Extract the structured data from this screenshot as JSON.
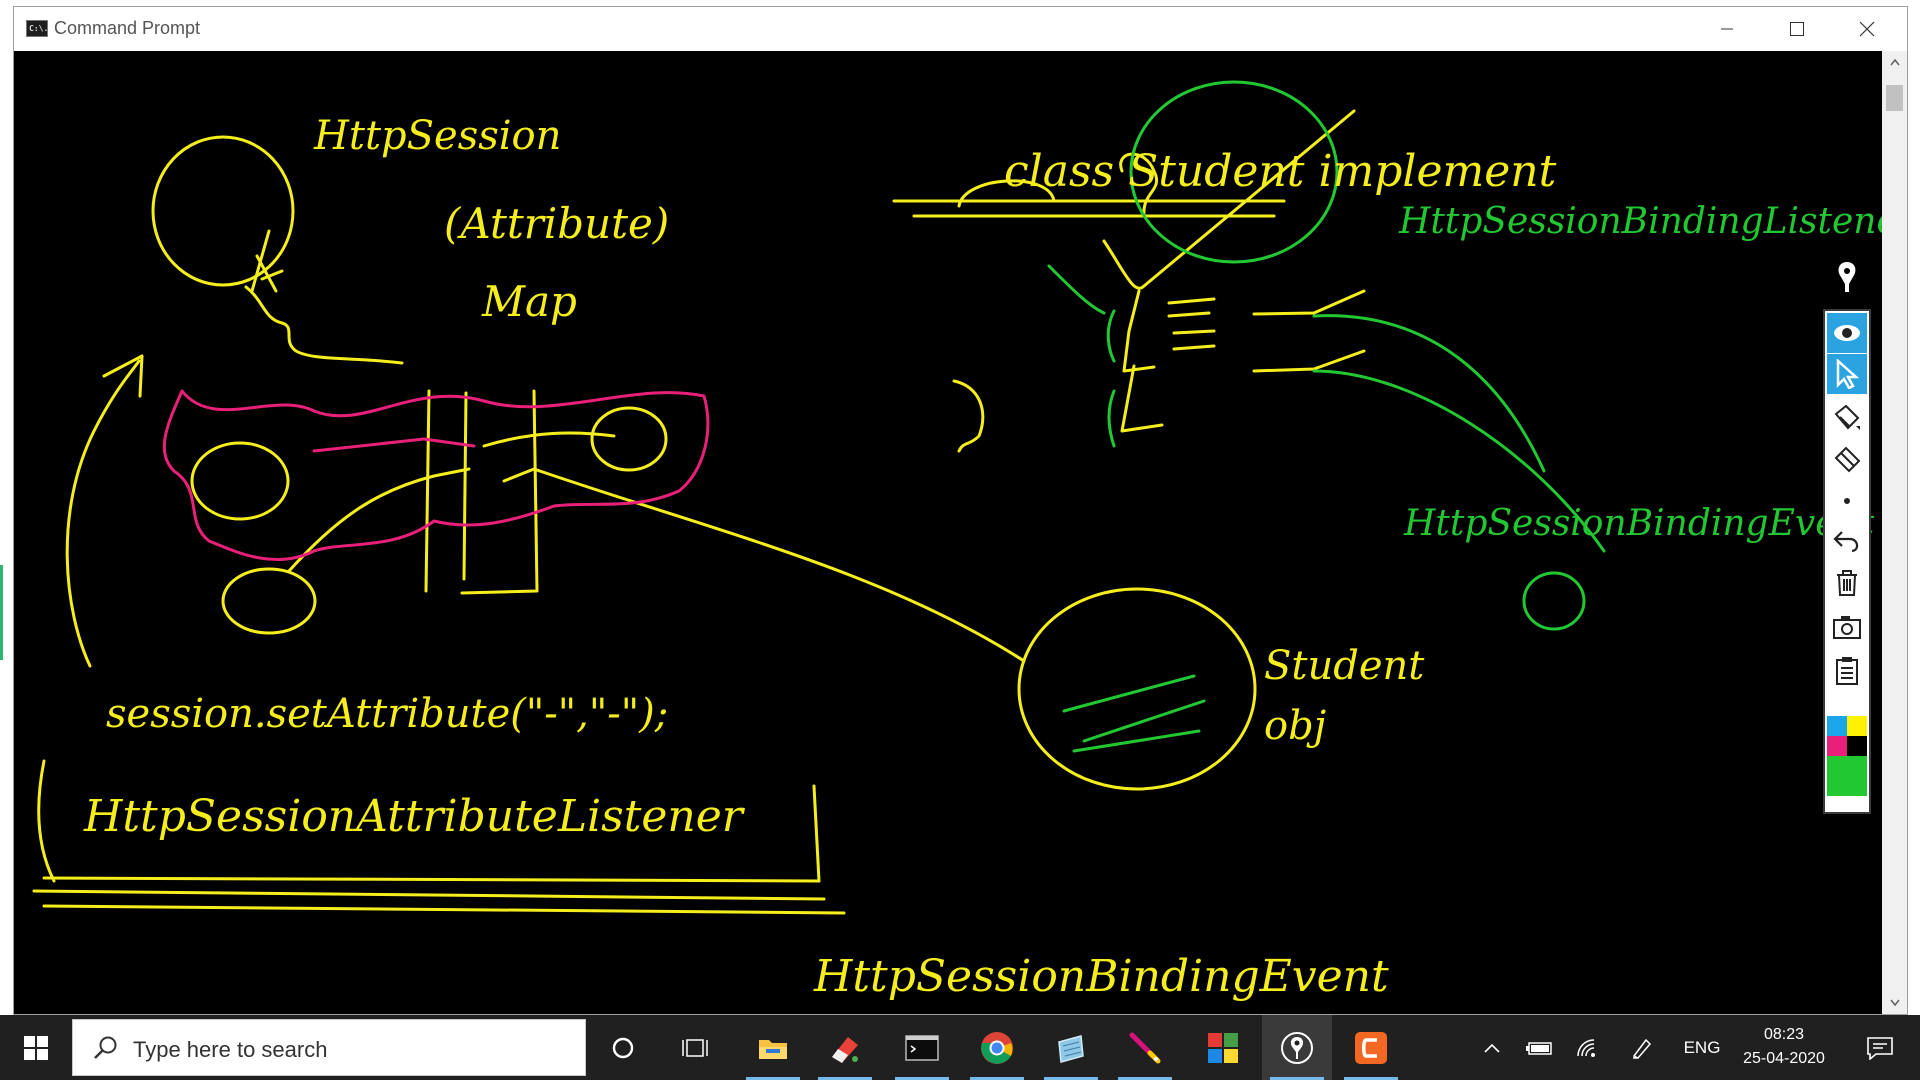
{
  "window": {
    "title": "Command Prompt",
    "icon_label": "C:\\.",
    "controls": [
      "minimize",
      "maximize",
      "close"
    ]
  },
  "whiteboard": {
    "note": "",
    "texts": {
      "t1": "HttpSession",
      "t2": "(Attribute)",
      "t3": "Map",
      "t4": "session.setAttribute(\"-\",\"-\");",
      "t5": "HttpSessionAttributeListener",
      "t6": "class Student implement",
      "t7": "HttpSessionBindingListener",
      "t8": "HttpSessionBindingEvent",
      "t9": "Student obj",
      "t10": "HttpSessionBindingEvent"
    },
    "ink_colors": {
      "yellow": "#f5ee1c",
      "green": "#22c832",
      "magenta": "#e8207a",
      "blue": "#1a9be8"
    }
  },
  "pen_toolbar": {
    "tools": [
      "pen-logo-icon",
      "eye-icon",
      "cursor-icon",
      "highlighter-icon",
      "eraser-icon",
      "dot-icon",
      "undo-icon",
      "trash-icon",
      "camera-icon",
      "clipboard-icon"
    ],
    "active": [
      "eye-icon",
      "cursor-icon"
    ],
    "palette": [
      "#1aa6e8",
      "#fff200",
      "#e8207a",
      "#000000",
      "#22c832"
    ]
  },
  "taskbar": {
    "search_placeholder": "Type here to search",
    "apps": [
      "cortana-icon",
      "task-view-icon",
      "file-explorer-icon",
      "paint-icon",
      "command-prompt-icon",
      "chrome-icon",
      "notepad-icon",
      "pen-tool-icon",
      "winrar-icon",
      "epic-pen-icon",
      "screencast-icon"
    ],
    "tray": {
      "language": "ENG",
      "time": "08:23",
      "date": "25-04-2020"
    }
  }
}
